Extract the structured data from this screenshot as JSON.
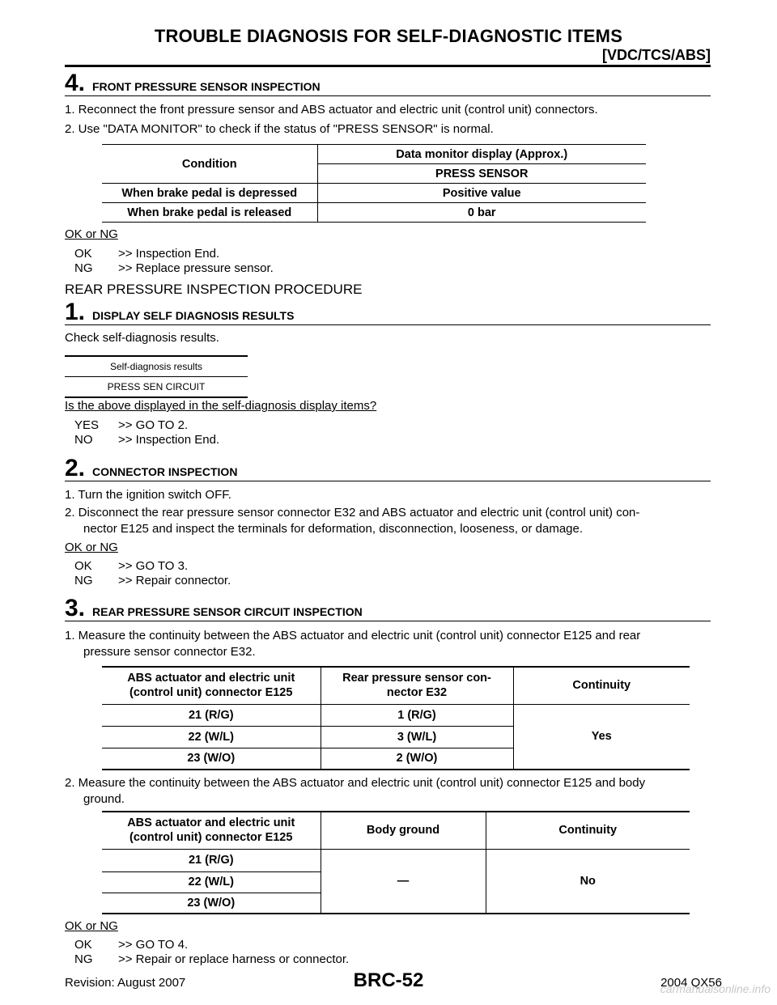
{
  "header": {
    "title": "TROUBLE DIAGNOSIS FOR SELF-DIAGNOSTIC ITEMS",
    "subtitle": "[VDC/TCS/ABS]"
  },
  "step4": {
    "num": "4.",
    "title": "FRONT PRESSURE SENSOR INSPECTION",
    "items": [
      "1.  Reconnect the front pressure sensor and ABS actuator and electric unit (control unit) connectors.",
      "2.  Use \"DATA MONITOR\" to check if the status of \"PRESS SENSOR\" is normal."
    ],
    "table": {
      "h_condition": "Condition",
      "h_display": "Data monitor display (Approx.)",
      "h_sensor": "PRESS SENSOR",
      "rows": [
        {
          "condition": "When brake pedal is depressed",
          "value": "Positive value"
        },
        {
          "condition": "When brake pedal is released",
          "value": "0 bar"
        }
      ]
    },
    "okng": "OK or NG",
    "results": [
      {
        "k": "OK",
        "v": ">> Inspection End."
      },
      {
        "k": "NG",
        "v": ">> Replace pressure sensor."
      }
    ]
  },
  "section": {
    "title": "REAR PRESSURE INSPECTION PROCEDURE"
  },
  "step1": {
    "num": "1.",
    "title": "DISPLAY SELF DIAGNOSIS RESULTS",
    "text": "Check self-diagnosis results.",
    "table": {
      "header": "Self-diagnosis results",
      "row": "PRESS SEN CIRCUIT"
    },
    "question": "Is the above displayed in the self-diagnosis display items?",
    "results": [
      {
        "k": "YES",
        "v": ">> GO TO 2."
      },
      {
        "k": "NO",
        "v": ">> Inspection End."
      }
    ]
  },
  "step2": {
    "num": "2.",
    "title": "CONNECTOR INSPECTION",
    "items": [
      "1.  Turn the ignition switch OFF.",
      "2.  Disconnect the rear pressure sensor connector E32 and ABS actuator and electric unit (control unit) con-",
      "nector E125 and inspect the terminals for deformation, disconnection, looseness, or damage."
    ],
    "okng": "OK or NG",
    "results": [
      {
        "k": "OK",
        "v": ">> GO TO 3."
      },
      {
        "k": "NG",
        "v": ">> Repair connector."
      }
    ]
  },
  "step3": {
    "num": "3.",
    "title": "REAR PRESSURE SENSOR CIRCUIT INSPECTION",
    "item1": [
      "1.  Measure the continuity between the ABS actuator and electric unit (control unit) connector E125 and rear",
      "pressure sensor connector E32."
    ],
    "table1": {
      "h1a": "ABS actuator and electric unit",
      "h1b": "(control unit) connector E125",
      "h2a": "Rear pressure sensor con-",
      "h2b": "nector E32",
      "h3": "Continuity",
      "rows": [
        {
          "a": "21 (R/G)",
          "b": "1 (R/G)"
        },
        {
          "a": "22 (W/L)",
          "b": "3 (W/L)"
        },
        {
          "a": "23 (W/O)",
          "b": "2 (W/O)"
        }
      ],
      "result": "Yes"
    },
    "item2": [
      "2.  Measure the continuity between the ABS actuator and electric unit (control unit) connector E125 and body",
      "ground."
    ],
    "table2": {
      "h1a": "ABS actuator and electric unit",
      "h1b": "(control unit) connector E125",
      "h2": "Body ground",
      "h3": "Continuity",
      "rows": [
        "21 (R/G)",
        "22 (W/L)",
        "23 (W/O)"
      ],
      "ground": "—",
      "result": "No"
    },
    "okng": "OK or NG",
    "results": [
      {
        "k": "OK",
        "v": ">> GO TO 4."
      },
      {
        "k": "NG",
        "v": ">> Repair or replace harness or connector."
      }
    ]
  },
  "footer": {
    "revision": "Revision: August 2007",
    "page": "BRC-52",
    "model": "2004 QX56",
    "watermark": "carmanualsonline.info"
  }
}
